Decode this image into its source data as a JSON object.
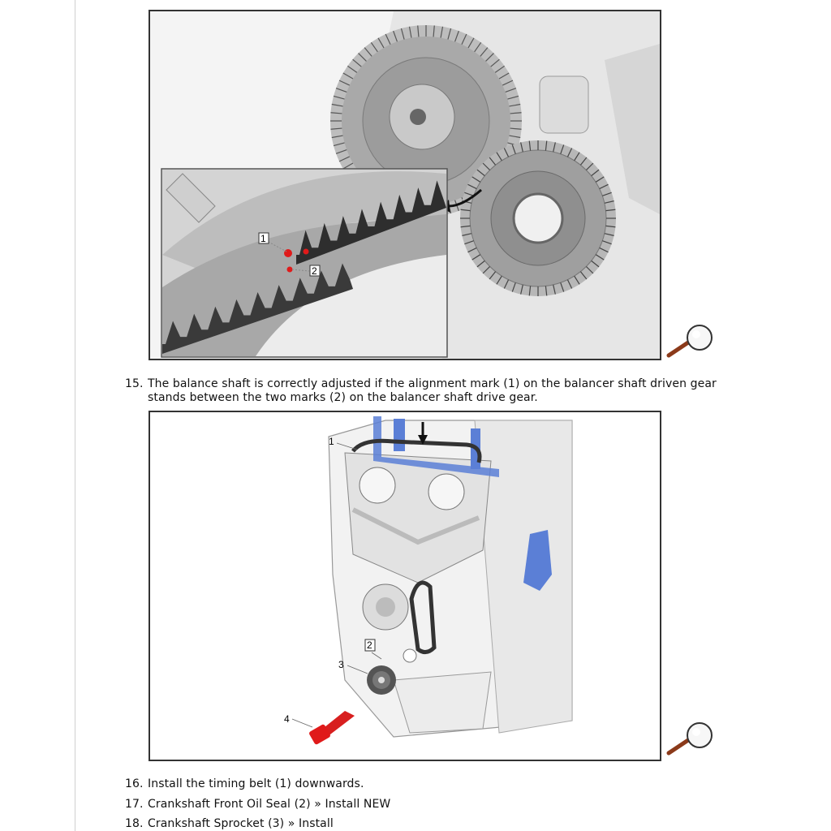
{
  "steps": [
    {
      "number": "15.",
      "line1": "The balance shaft is correctly adjusted if the alignment mark (1) on the balancer shaft driven gear",
      "line2": "stands between the two marks (2) on the balancer shaft drive gear."
    },
    {
      "number": "16.",
      "text": "Install the timing belt (1) downwards."
    },
    {
      "number": "17.",
      "text": "Crankshaft Front Oil Seal (2) » Install NEW"
    },
    {
      "number": "18.",
      "text": "Crankshaft Sprocket (3) » Install"
    }
  ],
  "figure1": {
    "callouts": [
      "1",
      "2"
    ]
  },
  "figure2": {
    "callouts": [
      "1",
      "2",
      "3",
      "4"
    ]
  },
  "colors": {
    "highlight_red": "#e01a1a",
    "tool_blue": "#5b7fd6",
    "border": "#333333"
  }
}
